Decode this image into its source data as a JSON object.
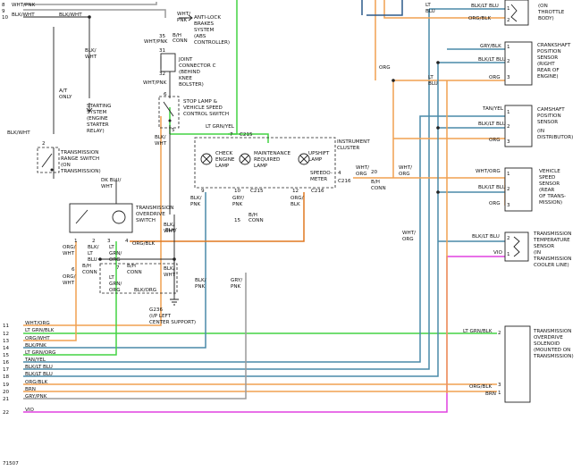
{
  "colors": {
    "orange": "#f0a050",
    "orange_dark": "#e07820",
    "green": "#44d444",
    "magenta": "#e040e0",
    "blue_grey": "#4a8aa8",
    "dark_blue": "#2c5a8a",
    "grey": "#9a9a9a",
    "black": "#222222"
  },
  "wires_left": [
    {
      "num": "11",
      "label": "WHT/ORG"
    },
    {
      "num": "12",
      "label": "LT GRN/BLK"
    },
    {
      "num": "13",
      "label": "ORG/WHT"
    },
    {
      "num": "14",
      "label": "BLK/PNK"
    },
    {
      "num": "15",
      "label": "LT GRN/ORG"
    },
    {
      "num": "16",
      "label": "TAN/YEL"
    },
    {
      "num": "17",
      "label": "BLK/LT BLU"
    },
    {
      "num": "18",
      "label": "BLK/LT BLU"
    },
    {
      "num": "19",
      "label": "ORG/BLK"
    },
    {
      "num": "20",
      "label": "BRN"
    },
    {
      "num": "21",
      "label": "GRY/PNK"
    },
    {
      "num": "22",
      "label": "VIO"
    }
  ],
  "top_left": {
    "n8": "8",
    "n9": "9",
    "n10": "10",
    "wht_pnk": "WHT/PNK",
    "blk_wht_1": "BLK/WHT",
    "blk_wht_2": "BLK/WHT"
  },
  "components": {
    "abs": [
      "ANTI-LOCK",
      "BRAKES",
      "SYSTEM",
      "(ABS",
      "CONTROLLER)"
    ],
    "joint": [
      "JOINT",
      "CONNECTOR C",
      "(BEHIND",
      "KNEE",
      "BOLSTER)"
    ],
    "starting": [
      "STARTING",
      "SYSTEM",
      "(ENGINE",
      "STARTER",
      "RELAY)"
    ],
    "stop_lamp": [
      "STOP LAMP &",
      "VEHICLE SPEED",
      "CONTROL SWITCH"
    ],
    "trs": [
      "TRANSMISSION",
      "RANGE SWITCH",
      "(ON",
      "TRANSMISSION)"
    ],
    "cluster": [
      "INSTRUMENT",
      "CLUSTER"
    ],
    "lamp_check": [
      "CHECK",
      "ENGINE",
      "LAMP"
    ],
    "lamp_maint": [
      "MAINTENANCE",
      "REQUIRED",
      "LAMP"
    ],
    "lamp_upshift": [
      "UPSHIFT",
      "LAMP"
    ],
    "speedo": [
      "SPEEDO-",
      "METER"
    ],
    "od_switch": [
      "TRANSMISSION",
      "OVERDRIVE",
      "SWITCH"
    ],
    "ground": [
      "G236",
      "(I/P LEFT",
      "CENTER SUPPORT)"
    ],
    "tps": [
      "(ON",
      "THROTTLE",
      "BODY)"
    ],
    "crank": [
      "CRANKSHAFT",
      "POSITION",
      "SENSOR",
      "(RIGHT",
      "REAR OF",
      "ENGINE)"
    ],
    "cam": [
      "CAMSHAFT",
      "POSITION",
      "SENSOR",
      "(IN",
      "DISTRIBUTOR)"
    ],
    "vss": [
      "VEHICLE",
      "SPEED",
      "SENSOR",
      "(REAR",
      "OF TRANS-",
      "MISSION)"
    ],
    "tts": [
      "TRANSMISSION",
      "TEMPERATURE",
      "SENSOR",
      "(IN",
      "TRANSMISSION",
      "COOLER LINE)"
    ],
    "od_sol": [
      "TRANSMISSION",
      "OVERDRIVE",
      "SOLENOID",
      "(MOUNTED ON",
      "TRANSMISSION)"
    ]
  },
  "labels": {
    "wht_pnk_abs": "WHT/",
    "wht_pnk_abs2": "PNK",
    "c35": "35",
    "bh_conn": "B/H",
    "conn": "CONN",
    "c31": "31",
    "c32": "32",
    "c6": "6",
    "c5": "5",
    "wht_pnk_v": "WHT/PNK",
    "blk_wht_v": "BLK/",
    "blk_wht_v2": "WHT",
    "at_only": "A/T",
    "only": "ONLY",
    "blk_wht_trs": "BLK/WHT",
    "trs_pin": "2",
    "dk_blu_wht": "DK BLU/",
    "wht": "WHT",
    "blk_wht_stop": "BLK/",
    "lt_grn_yel": "LT GRN/YEL",
    "c7": "7",
    "c215": "C215",
    "c215b": "C215",
    "c216": "C216",
    "c216b": "C216",
    "p9": "9",
    "p10": "10",
    "p12": "12",
    "p4": "4",
    "p20": "20",
    "p15": "15",
    "blk_pnk": "BLK/",
    "pnk": "PNK",
    "gry_pnk": "GRY/",
    "org_blk_c": "ORG/",
    "blk": "BLK",
    "wht_org": "WHT/",
    "org": "ORG",
    "od_p1": "1",
    "od_p2": "2",
    "od_p3": "3",
    "od_p4": "4",
    "org_blk": "ORG/BLK",
    "org_wht_od": "ORG/",
    "lt_grn_od": "LT",
    "grn": "GRN/",
    "org_od": "ORG",
    "blk_lt_od": "BLK/",
    "lt_blu": "LT",
    "blu": "BLU",
    "p8": "8",
    "bh8": "B/H",
    "blk_org": "BLK/ORG",
    "gry_pnk_v": "GRY/",
    "pnk_v": "PNK",
    "blk_pnk_v": "BLK/",
    "pnk_v2": "PNK",
    "blk_lt_blu_v": "BLK/",
    "lt_blu_v": "LT BLU",
    "org_top": "ORG",
    "wht_org_r": "WHT/",
    "org_r": "ORG",
    "wht_org_r2": "WHT/",
    "org_r2": "ORG",
    "lt_blu_top": "LT",
    "blu_top": "BLU",
    "tps_blk_lt": "BLK/LT BLU",
    "tps_org_blk": "ORG/BLK",
    "tps_1": "1",
    "tps_2": "2",
    "crank_gry": "GRY/BLK",
    "crank_blk": "BLK/LT BLU",
    "crank_org": "ORG",
    "crank_1": "1",
    "crank_2": "2",
    "crank_3": "3",
    "cam_tan": "TAN/YEL",
    "cam_blk": "BLK/LT BLU",
    "cam_org": "ORG",
    "cam_1": "1",
    "cam_2": "2",
    "cam_3": "3",
    "vss_wht": "WHT/ORG",
    "vss_blk": "BLK/LT BLU",
    "vss_org": "ORG",
    "vss_1": "1",
    "vss_2": "2",
    "vss_3": "3",
    "tts_blk": "BLK/LT BLU",
    "tts_vio": "VIO",
    "tts_1": "1",
    "tts_2": "2",
    "sol_lt": "LT GRN/BLK",
    "sol_org": "ORG/BLK",
    "sol_brn": "BRN",
    "sol_1": "1",
    "sol_2": "2",
    "sol_3": "3",
    "figure_id": "71507"
  }
}
